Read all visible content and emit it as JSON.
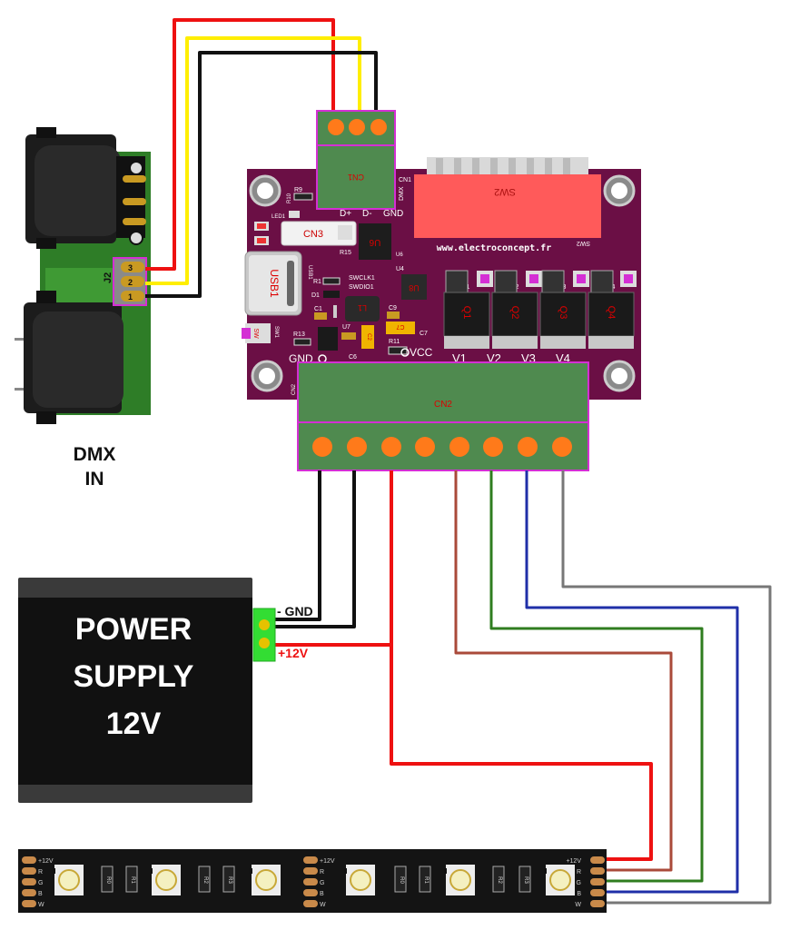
{
  "dmx_connector": {
    "label_line1": "DMX",
    "label_line2": "IN",
    "pin_header": "J2",
    "pins": [
      "3",
      "2",
      "1"
    ]
  },
  "pcb": {
    "url": "www.electroconcept.fr",
    "labels": {
      "cn1": "CN1",
      "cn1_side": "CN1",
      "dmx": "DMX",
      "d_plus": "D+",
      "d_minus": "D-",
      "gnd_top": "GND",
      "sw2": "SW2",
      "sw2_small": "SW2",
      "r9": "R9",
      "r10": "R10",
      "led1": "LED1",
      "cn3": "CN3",
      "u6": "U6",
      "r15": "R15",
      "usb1": "USB1",
      "usb1_side": "USB1",
      "u4": "U4",
      "swclk": "SWCLK1",
      "swdio": "SWDIO1",
      "u8": "U8",
      "r1": "R1",
      "d1": "D1",
      "c1": "C1",
      "l1": "L1",
      "c9": "C9",
      "c7_chip": "C7",
      "c7": "C7",
      "sw1": "SW1",
      "sw1_cap": "SW",
      "r13": "R13",
      "u7": "U7",
      "c2": "C2",
      "r11": "R11",
      "c6": "C6",
      "gnd_bottom": "GND",
      "vcc": "VCC",
      "cn2_side": "CN2",
      "cn2": "CN2",
      "q1": "Q1",
      "q2": "Q2",
      "q3": "Q3",
      "q4": "Q4",
      "v1": "V1",
      "v2": "V2",
      "v3": "V3",
      "v4": "V4",
      "m1": "Q1",
      "m2": "Q2",
      "m3": "Q3",
      "m4": "Q4"
    }
  },
  "power_supply": {
    "line1": "POWER",
    "line2": "SUPPLY",
    "line3": "12V",
    "gnd_label": "- GND",
    "v_label": "+12V"
  },
  "led_strip": {
    "pads": [
      "+12V",
      "R",
      "G",
      "B",
      "W"
    ],
    "resistors": [
      "R0",
      "R1",
      "R2",
      "R3"
    ]
  },
  "colors": {
    "wire_red": "#ee1111",
    "wire_yellow": "#ffee00",
    "wire_black": "#111111",
    "wire_brown": "#aa4a3a",
    "wire_green": "#2f7d1f",
    "wire_blue": "#1f2fa8",
    "wire_grey": "#777777",
    "pcb": "#6b0f45",
    "terminal_green": "#4f8a4f",
    "terminal_pin": "#ff7a1a",
    "dip_switch": "#ff5a5a"
  }
}
